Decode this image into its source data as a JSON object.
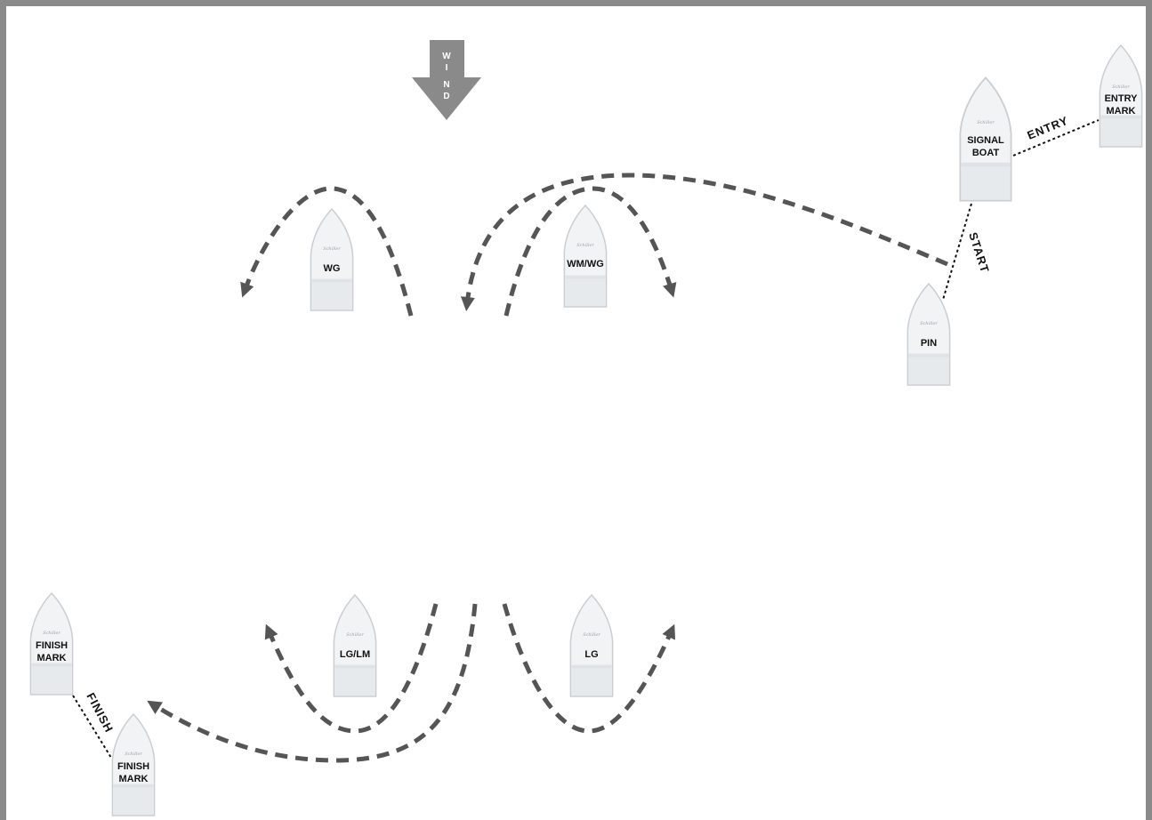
{
  "diagram": {
    "wind": {
      "letters": [
        "W",
        "I",
        "N",
        "D"
      ],
      "color": "#8a8a8a"
    },
    "boat_brand": "Schiller",
    "marks": {
      "signal_boat": {
        "line1": "SIGNAL",
        "line2": "BOAT"
      },
      "entry_mark": {
        "line1": "ENTRY",
        "line2": "MARK"
      },
      "pin": {
        "line1": "PIN"
      },
      "wg": {
        "line1": "WG"
      },
      "wm_wg": {
        "line1": "WM/WG"
      },
      "lg_lm": {
        "line1": "LG/LM"
      },
      "lg": {
        "line1": "LG"
      },
      "finish_mark_1": {
        "line1": "FINISH",
        "line2": "MARK"
      },
      "finish_mark_2": {
        "line1": "FINISH",
        "line2": "MARK"
      }
    },
    "lines": {
      "entry": "ENTRY",
      "start": "START",
      "finish": "FINISH"
    },
    "colors": {
      "course_arrow": "#555555",
      "boat_fill": "#f1f3f5",
      "boat_stroke": "#c9ced3",
      "border": "#8a8a8a"
    }
  }
}
